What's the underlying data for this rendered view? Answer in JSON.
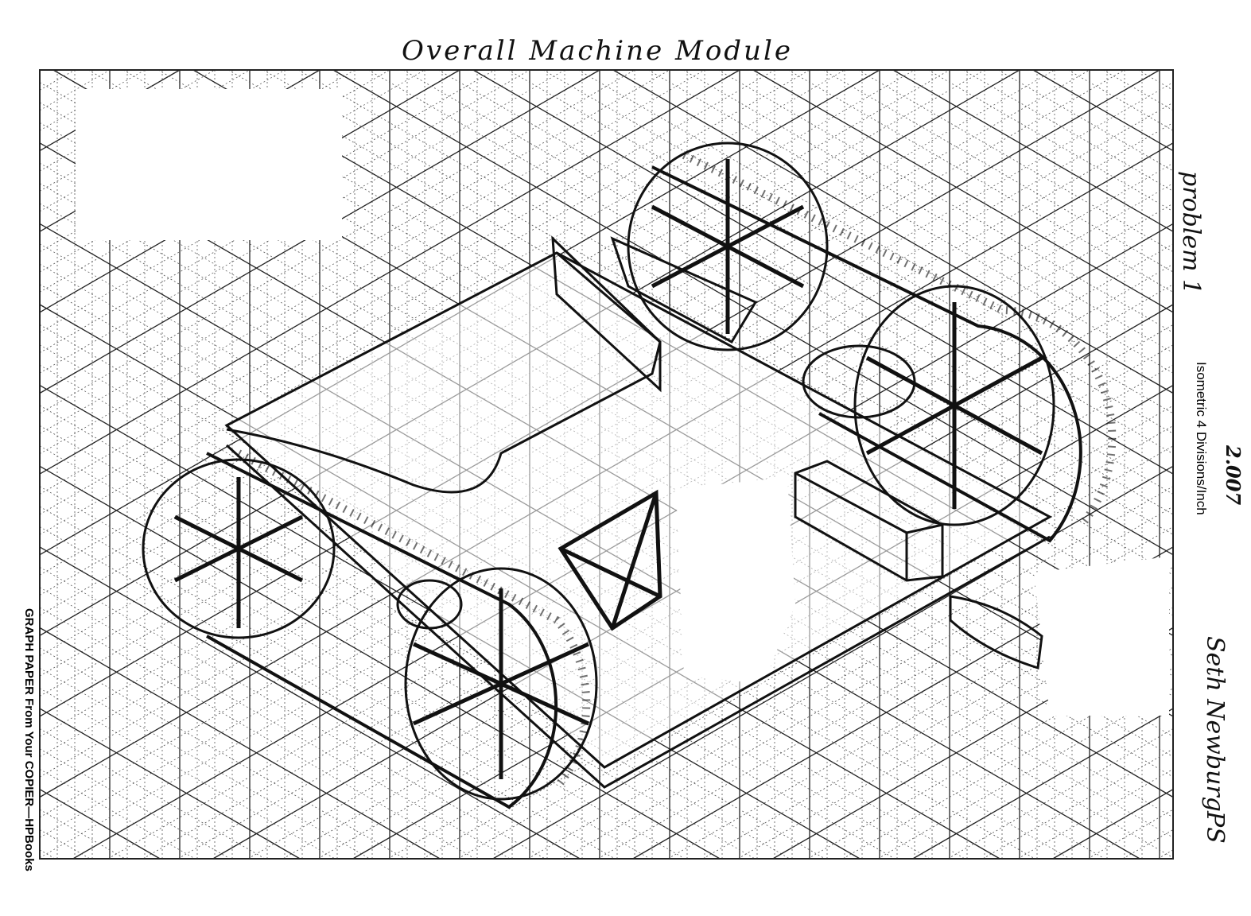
{
  "title": "Overall Machine Module",
  "margin_notes": {
    "problem": "problem 1",
    "course": "2.007",
    "author": "Seth Newburg",
    "initials": "PS"
  },
  "paper": {
    "type_label": "Isometric 4 Divisions/Inch",
    "publisher_label": "GRAPH PAPER From Your COPIER—HPBooks"
  },
  "colors": {
    "ink": "#111111",
    "grid": "#555555",
    "paper": "#ffffff"
  }
}
